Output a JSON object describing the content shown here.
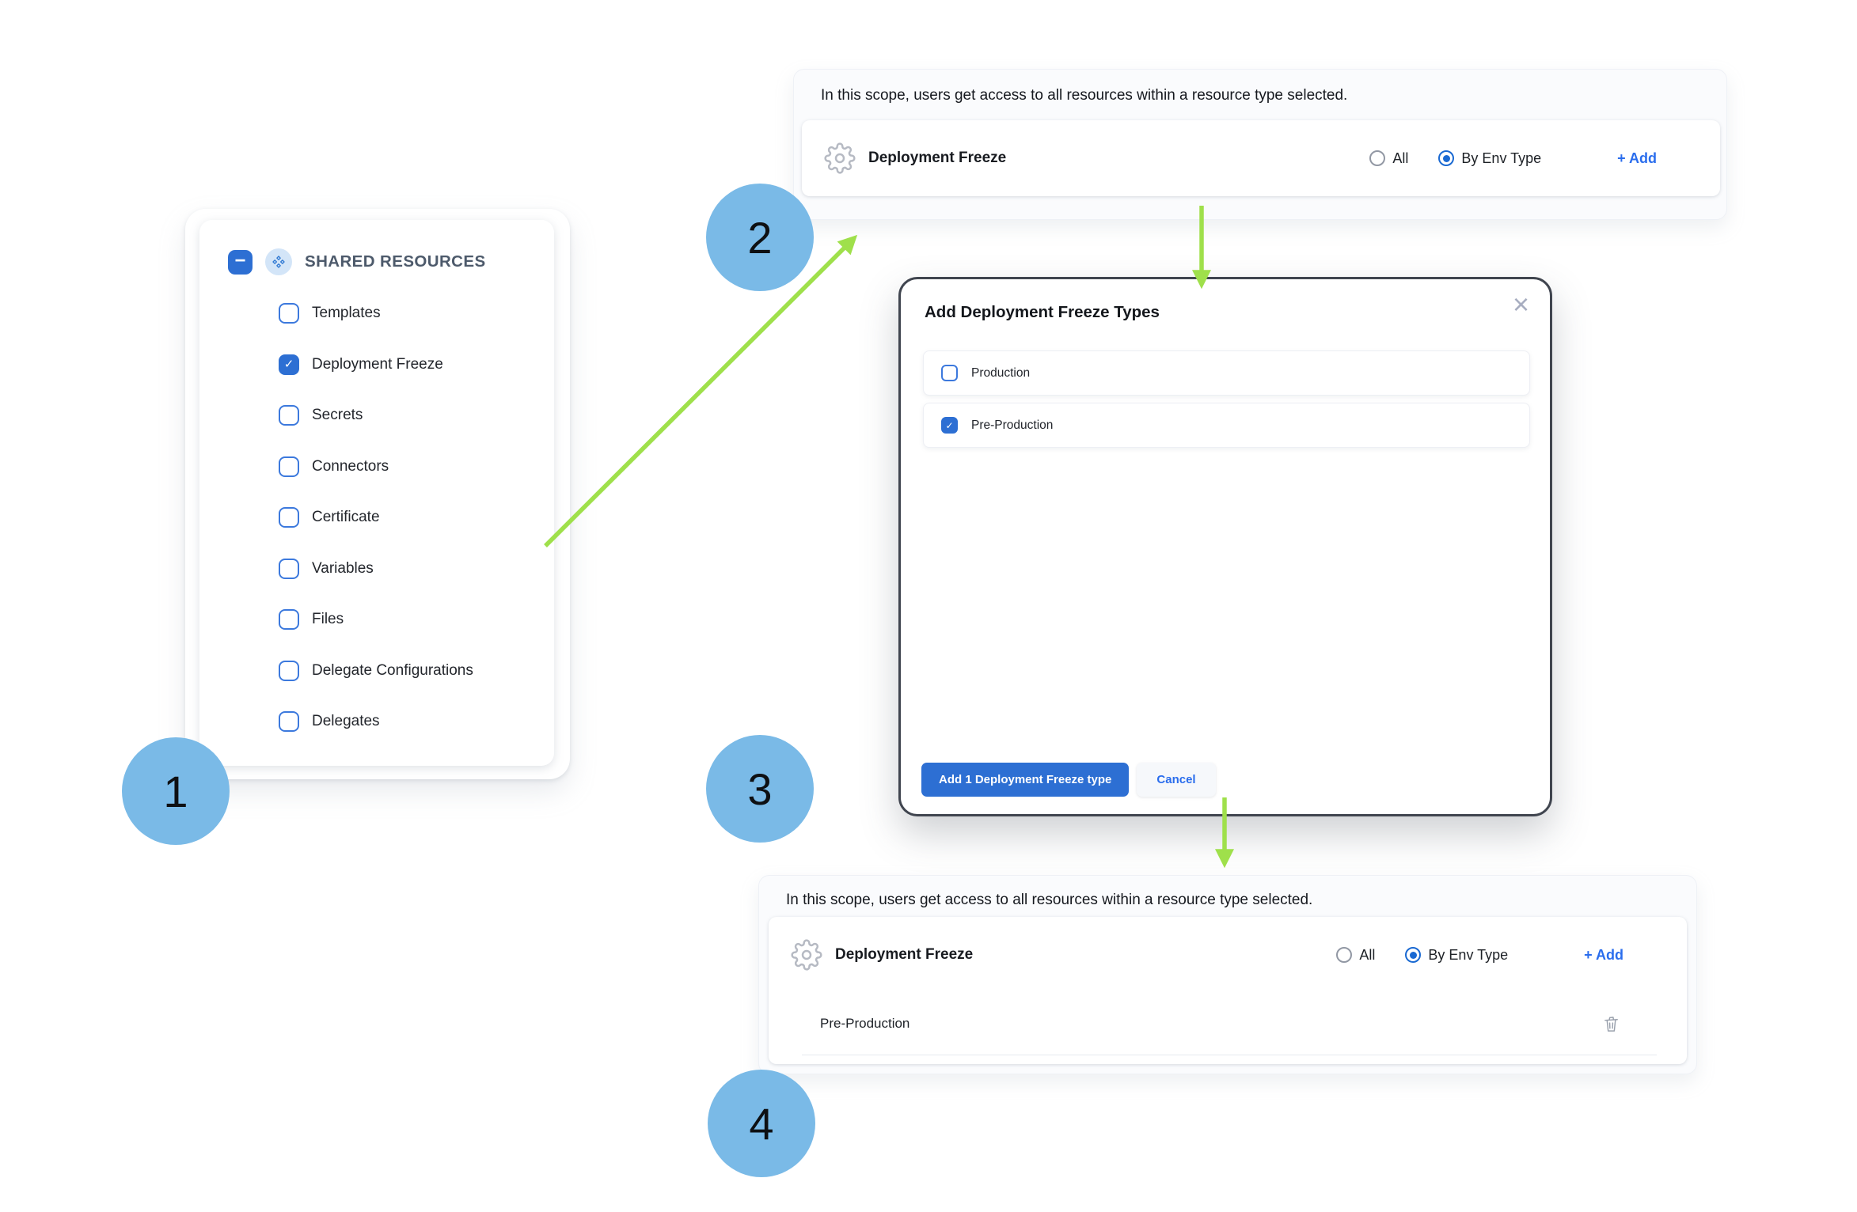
{
  "icons": {
    "check": "✓",
    "close": "×",
    "minus": "−"
  },
  "colors": {
    "accent_blue": "#2D6FD3",
    "link_blue": "#2A6DED",
    "circle_blue": "#7ABAE7",
    "arrow_green": "#9FE04B",
    "panel_bg": "#FAFBFD",
    "modal_border": "#40454F",
    "text_dark": "#1D2025",
    "text_slate": "#4D5A6B",
    "icon_gray": "#B6BAC3"
  },
  "steps": {
    "one": "1",
    "two": "2",
    "three": "3",
    "four": "4"
  },
  "shared_resources_panel": {
    "title": "SHARED RESOURCES",
    "items": [
      {
        "label": "Templates",
        "checked": false
      },
      {
        "label": "Deployment Freeze",
        "checked": true
      },
      {
        "label": "Secrets",
        "checked": false
      },
      {
        "label": "Connectors",
        "checked": false
      },
      {
        "label": "Certificate",
        "checked": false
      },
      {
        "label": "Variables",
        "checked": false
      },
      {
        "label": "Files",
        "checked": false
      },
      {
        "label": "Delegate Configurations",
        "checked": false
      },
      {
        "label": "Delegates",
        "checked": false
      }
    ]
  },
  "scope_panel_top": {
    "description": "In this scope, users get access to all resources within a resource type selected.",
    "row": {
      "label": "Deployment Freeze",
      "option_all": {
        "label": "All",
        "selected": false
      },
      "option_env": {
        "label": "By Env Type",
        "selected": true
      },
      "add_label": "+ Add"
    }
  },
  "modal": {
    "title": "Add Deployment Freeze Types",
    "options": [
      {
        "label": "Production",
        "checked": false
      },
      {
        "label": "Pre-Production",
        "checked": true
      }
    ],
    "primary_button": "Add 1 Deployment Freeze type",
    "cancel_button": "Cancel"
  },
  "scope_panel_bottom": {
    "description": "In this scope, users get access to all resources within a resource type selected.",
    "row": {
      "label": "Deployment Freeze",
      "option_all": {
        "label": "All",
        "selected": false
      },
      "option_env": {
        "label": "By Env Type",
        "selected": true
      },
      "add_label": "+ Add"
    },
    "selected_types": [
      {
        "label": "Pre-Production"
      }
    ]
  }
}
